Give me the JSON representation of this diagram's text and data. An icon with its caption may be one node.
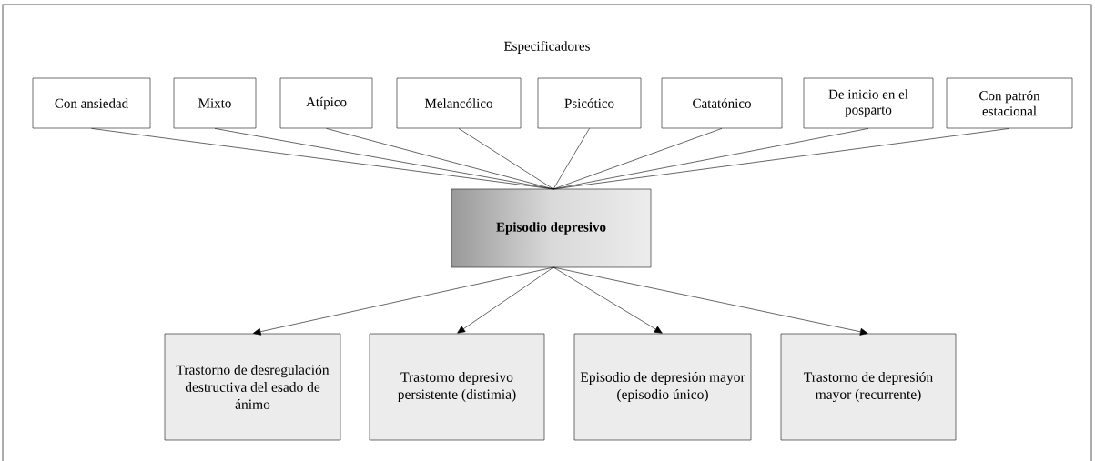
{
  "diagram": {
    "nodes": [
      {
        "text": [
          "Con ansiedad"
        ]
      },
      {
        "text": [
          "Mixto"
        ]
      },
      {
        "text": [
          "Atípico"
        ]
      },
      {
        "text": [
          "Melancólico"
        ]
      },
      {
        "text": [
          "Psicótico"
        ]
      },
      {
        "text": [
          "Catatónico"
        ]
      },
      {
        "text": [
          "De inicio en el posparto"
        ]
      },
      {
        "text": [
          "Con patrón estacional"
        ]
      },
      {
        "text": [
          "Episodio depresivo"
        ]
      },
      {
        "text": [
          "Trastorno de desregulación destructiva del esado de ánimo"
        ]
      },
      {
        "text": [
          "Trastorno depresivo persistente (distimia)"
        ]
      },
      {
        "text": [
          "Episodio de depresión mayor (episodio único)"
        ]
      },
      {
        "text": [
          "Trastorno de depresión mayor (recurrente)"
        ]
      }
    ],
    "edges": [
      {
        "from": 0,
        "to": 8,
        "arrow": "none"
      },
      {
        "from": 1,
        "to": 8,
        "arrow": "none"
      },
      {
        "from": 2,
        "to": 8,
        "arrow": "none"
      },
      {
        "from": 3,
        "to": 8,
        "arrow": "none"
      },
      {
        "from": 4,
        "to": 8,
        "arrow": "none"
      },
      {
        "from": 5,
        "to": 8,
        "arrow": "none"
      },
      {
        "from": 6,
        "to": 8,
        "arrow": "none"
      },
      {
        "from": 7,
        "to": 8,
        "arrow": "none"
      },
      {
        "from": 8,
        "to": 9,
        "arrow": "to"
      },
      {
        "from": 8,
        "to": 10,
        "arrow": "to"
      },
      {
        "from": 8,
        "to": 11,
        "arrow": "to"
      },
      {
        "from": 8,
        "to": 12,
        "arrow": "to"
      }
    ],
    "labels": [
      "Especificadores"
    ]
  }
}
